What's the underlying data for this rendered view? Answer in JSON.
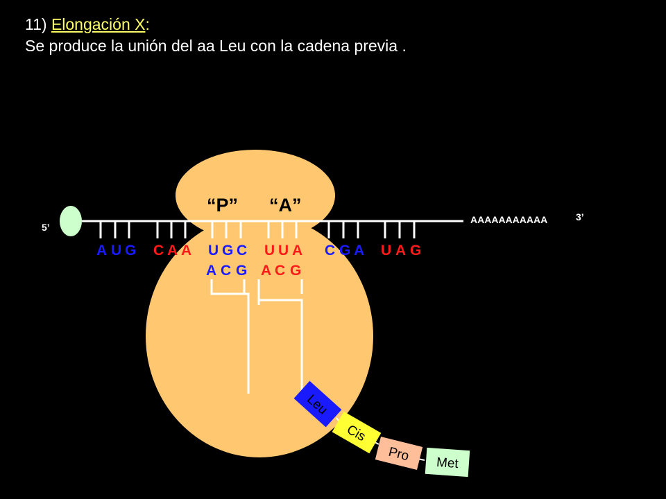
{
  "title": {
    "number": "11)",
    "heading": "Elongación X",
    "colon": ":",
    "subtitle": "Se produce la unión del aa Leu con la cadena previa ."
  },
  "labels": {
    "five_prime": "5’",
    "three_prime": "3’",
    "poly_a": "AAAAAAAAAAA",
    "site_p": "“P”",
    "site_a": "“A”"
  },
  "codons": [
    {
      "bases": [
        "A",
        "U",
        "G"
      ],
      "color": "#1a1aff"
    },
    {
      "bases": [
        "C",
        "A",
        "A"
      ],
      "color": "#ff1a1a"
    },
    {
      "bases": [
        "U",
        "G",
        "C"
      ],
      "color": "#1a1aff"
    },
    {
      "bases": [
        "U",
        "U",
        "A"
      ],
      "color": "#ff1a1a"
    },
    {
      "bases": [
        "C",
        "G",
        "A"
      ],
      "color": "#1a1aff"
    },
    {
      "bases": [
        "U",
        "A",
        "G"
      ],
      "color": "#ff1a1a"
    }
  ],
  "anticodons": [
    {
      "bases": [
        "A",
        "C",
        "G"
      ],
      "color": "#1a1aff"
    },
    {
      "bases": [
        "A",
        "C",
        "G"
      ],
      "color": "#ff1a1a"
    }
  ],
  "peptide": [
    {
      "name": "Leu",
      "color": "#1a1aff",
      "text_color": "#ffffff"
    },
    {
      "name": "Cis",
      "color": "#ffff33",
      "text_color": "#000000"
    },
    {
      "name": "Pro",
      "color": "#ffbe9a",
      "text_color": "#000000"
    },
    {
      "name": "Met",
      "color": "#ccffcc",
      "text_color": "#000000"
    }
  ],
  "colors": {
    "ribosome": "#ffc870",
    "cap": "#ccffcc",
    "background": "#000000",
    "title_accent": "#ffff66"
  }
}
